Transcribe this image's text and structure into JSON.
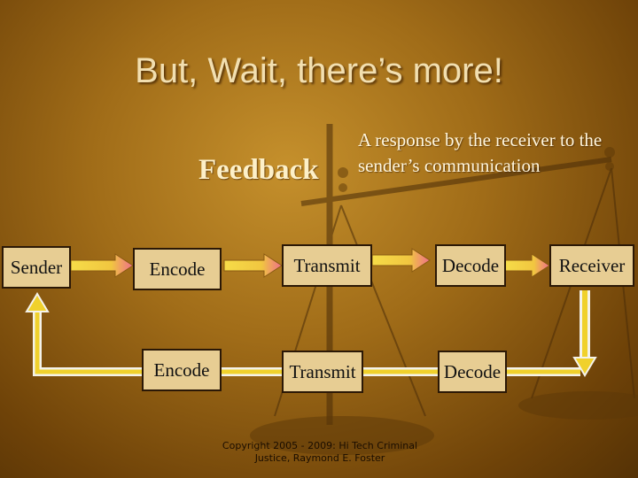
{
  "slide": {
    "title": "But, Wait, there’s more!",
    "feedback_label": "Feedback",
    "feedback_description": "A response by the receiver to the sender’s communication",
    "copyright_line1": "Copyright 2005 - 2009: Hi Tech Criminal",
    "copyright_line2": "Justice, Raymond E. Foster"
  },
  "flow": {
    "top_row": [
      "Sender",
      "Encode",
      "Transmit",
      "Decode",
      "Receiver"
    ],
    "bottom_row": [
      "Encode",
      "Transmit",
      "Decode"
    ]
  },
  "colors": {
    "box_fill": "#e7cd93",
    "arrow_yellow": "#f2d23a",
    "arrow_pink": "#ee6f8a",
    "loop_border": "#f4f2ea",
    "loop_fill": "#f0d12c"
  }
}
